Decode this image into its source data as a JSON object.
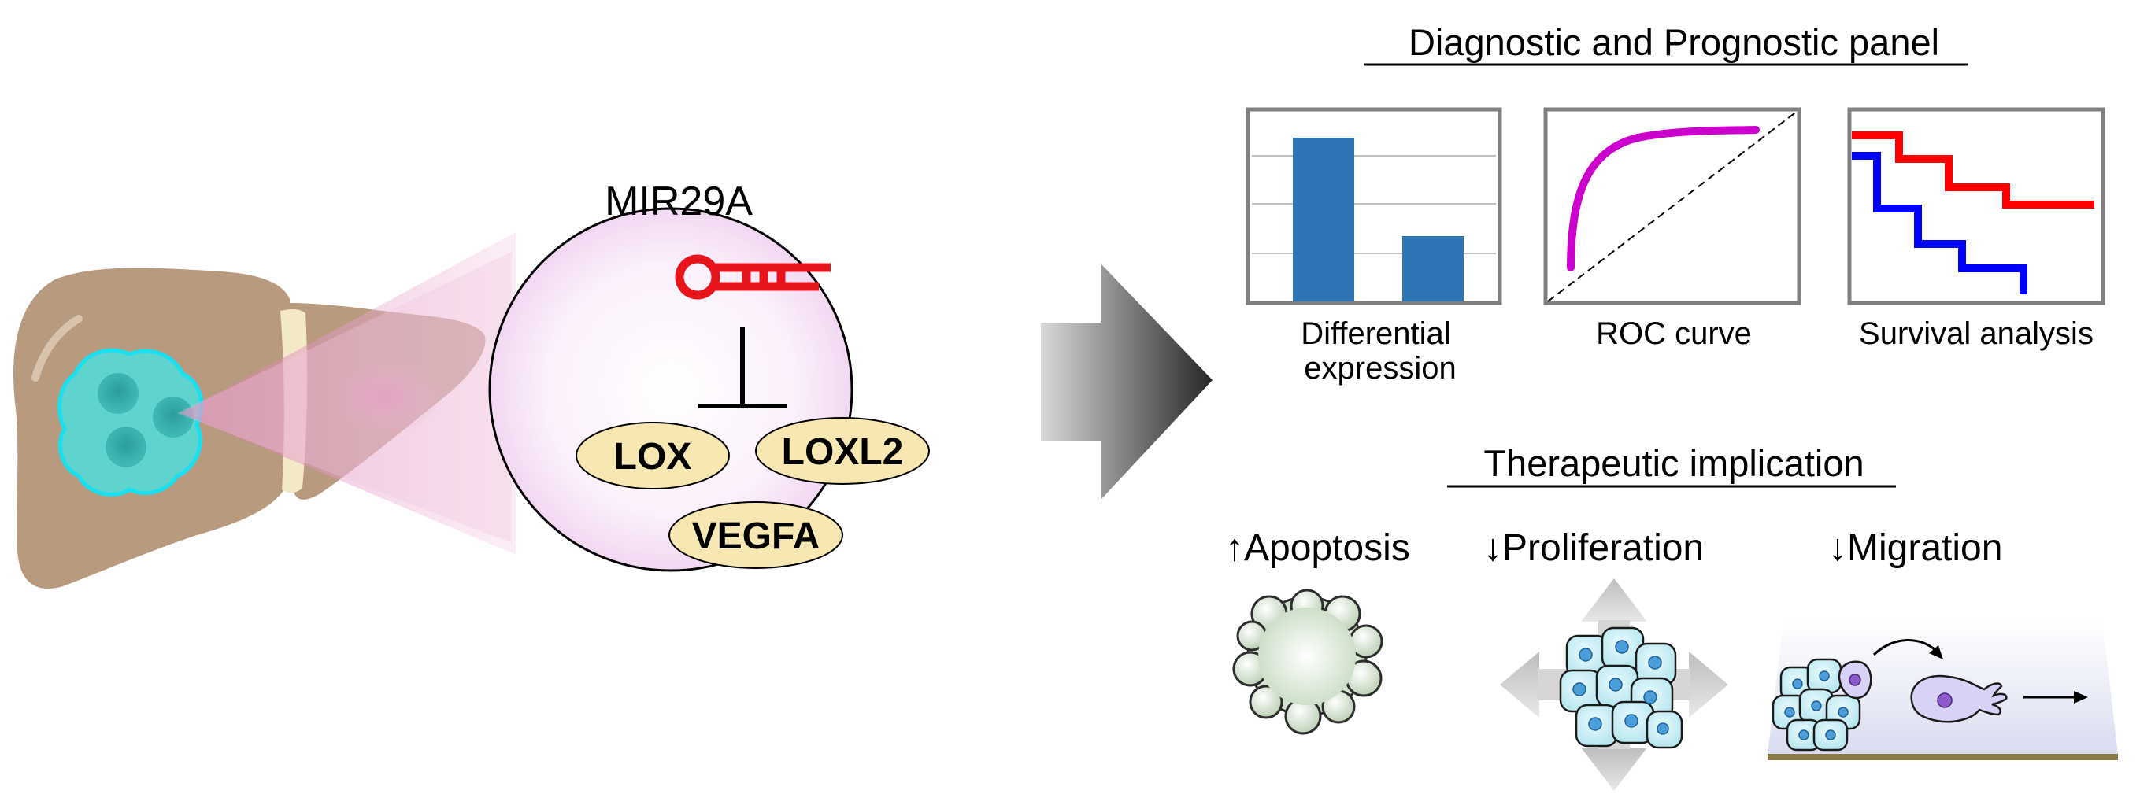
{
  "mechanism": {
    "mirna": "MIR29A",
    "targets": [
      "LOX",
      "LOXL2",
      "VEGFA"
    ]
  },
  "diagnostic": {
    "title": "Diagnostic and Prognostic panel",
    "panels": [
      {
        "label_lines": [
          "Differential",
          "expression"
        ],
        "icon": "bar-chart-icon"
      },
      {
        "label_lines": [
          "ROC curve"
        ],
        "icon": "roc-curve-icon"
      },
      {
        "label_lines": [
          "Survival analysis"
        ],
        "icon": "survival-curve-icon"
      }
    ]
  },
  "therapeutic": {
    "title": "Therapeutic implication",
    "effects": [
      {
        "arrow": "↑",
        "label": "Apoptosis",
        "icon": "apoptotic-cell-icon"
      },
      {
        "arrow": "↓",
        "label": "Proliferation",
        "icon": "cell-cluster-icon"
      },
      {
        "arrow": "↓",
        "label": "Migration",
        "icon": "migrating-cell-icon"
      }
    ]
  },
  "colors": {
    "liver": "#b89a7e",
    "tumor": "#5fd4cf",
    "mirna": "#e8141c",
    "target_fill": "#f6e7b3",
    "bar": "#2e75b6",
    "roc": "#cc00cc",
    "survival_high": "#ff0000",
    "survival_low": "#0000ff"
  }
}
